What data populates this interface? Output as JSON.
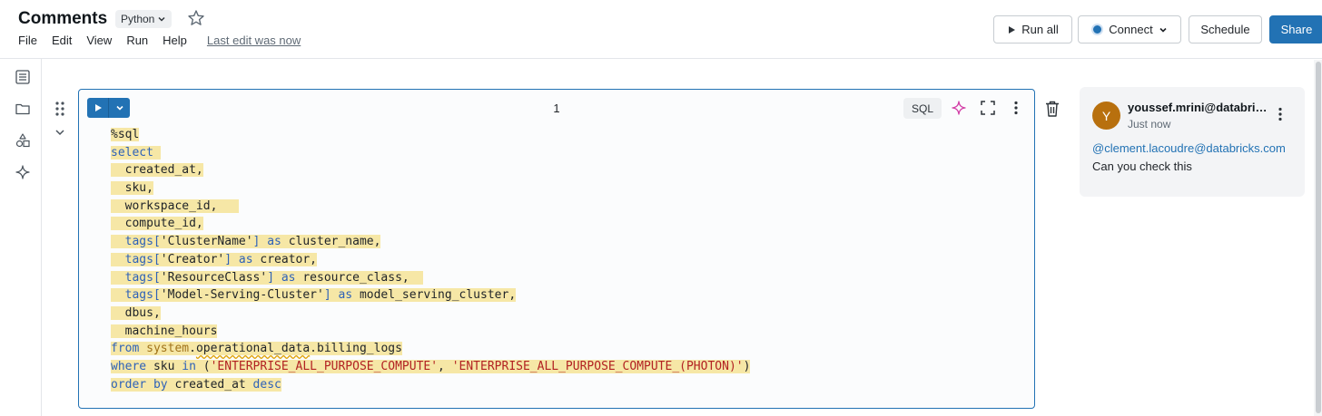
{
  "header": {
    "title": "Comments",
    "language": "Python",
    "menu": [
      "File",
      "Edit",
      "View",
      "Run",
      "Help"
    ],
    "last_edit": "Last edit was now",
    "run_all": "Run all",
    "connect": "Connect",
    "schedule": "Schedule",
    "share": "Share"
  },
  "cell": {
    "number": "1",
    "language_badge": "SQL",
    "code_lines": [
      [
        {
          "t": "%sql",
          "c": "plain"
        }
      ],
      [
        {
          "t": "select",
          "c": "kw"
        },
        {
          "t": " ",
          "c": "plain"
        }
      ],
      [
        {
          "t": "  created_at,",
          "c": "plain"
        }
      ],
      [
        {
          "t": "  sku,",
          "c": "plain"
        }
      ],
      [
        {
          "t": "  workspace_id,",
          "c": "plain"
        },
        {
          "t": "   ",
          "c": "plain"
        }
      ],
      [
        {
          "t": "  compute_id,",
          "c": "plain"
        }
      ],
      [
        {
          "t": "  tags[",
          "c": "kw"
        },
        {
          "t": "'ClusterName'",
          "c": "plain"
        },
        {
          "t": "] as ",
          "c": "kw"
        },
        {
          "t": "cluster_name,",
          "c": "plain"
        }
      ],
      [
        {
          "t": "  tags[",
          "c": "kw"
        },
        {
          "t": "'Creator'",
          "c": "plain"
        },
        {
          "t": "] as ",
          "c": "kw"
        },
        {
          "t": "creator,",
          "c": "plain"
        }
      ],
      [
        {
          "t": "  tags[",
          "c": "kw"
        },
        {
          "t": "'ResourceClass'",
          "c": "plain"
        },
        {
          "t": "] as ",
          "c": "kw"
        },
        {
          "t": "resource_class,",
          "c": "plain"
        },
        {
          "t": "  ",
          "c": "plain"
        }
      ],
      [
        {
          "t": "  tags[",
          "c": "kw"
        },
        {
          "t": "'Model-Serving-Cluster'",
          "c": "plain"
        },
        {
          "t": "] as ",
          "c": "kw"
        },
        {
          "t": "model_serving_cluster,",
          "c": "plain"
        }
      ],
      [
        {
          "t": "  dbus,",
          "c": "plain"
        }
      ],
      [
        {
          "t": "  machine_hours",
          "c": "plain"
        }
      ],
      [
        {
          "t": "from ",
          "c": "kw"
        },
        {
          "t": "system",
          "c": "tbl"
        },
        {
          "t": ".",
          "c": "plain"
        },
        {
          "t": "operational_data",
          "c": "sq"
        },
        {
          "t": ".billing_logs",
          "c": "plain"
        }
      ],
      [
        {
          "t": "where ",
          "c": "kw"
        },
        {
          "t": "sku ",
          "c": "plain"
        },
        {
          "t": "in ",
          "c": "kw"
        },
        {
          "t": "(",
          "c": "plain"
        },
        {
          "t": "'ENTERPRISE_ALL_PURPOSE_COMPUTE'",
          "c": "str"
        },
        {
          "t": ", ",
          "c": "plain"
        },
        {
          "t": "'ENTERPRISE_ALL_PURPOSE_COMPUTE_(PHOTON)'",
          "c": "str"
        },
        {
          "t": ")",
          "c": "plain"
        }
      ],
      [
        {
          "t": "order by ",
          "c": "kw"
        },
        {
          "t": "created_at ",
          "c": "plain"
        },
        {
          "t": "desc",
          "c": "kw"
        }
      ]
    ]
  },
  "comment": {
    "avatar_initial": "Y",
    "author": "youssef.mrini@databricks.com",
    "time": "Just now",
    "mention": "@clement.lacoudre@databricks.com",
    "text": "Can you check this"
  },
  "colors": {
    "accent": "#2272b4",
    "avatar": "#b8700e",
    "highlight": "#f6e7a6"
  }
}
